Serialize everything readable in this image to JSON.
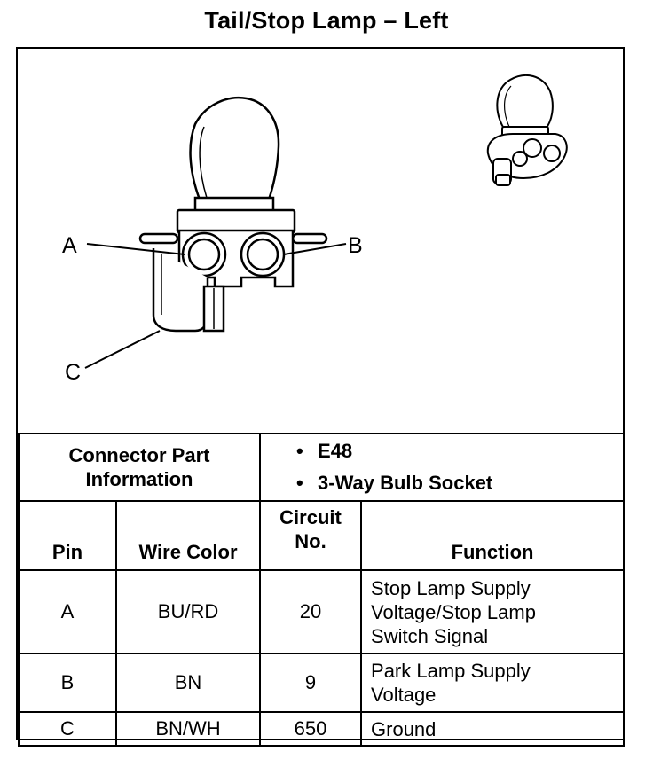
{
  "title": "Tail/Stop Lamp – Left",
  "diagram": {
    "labels": {
      "a": "A",
      "b": "B",
      "c": "C"
    }
  },
  "connector_info": {
    "label_lines": [
      "Connector Part",
      "Information"
    ],
    "items": [
      "E48",
      "3-Way Bulb Socket"
    ]
  },
  "table": {
    "headers": {
      "pin": "Pin",
      "wire_color": "Wire Color",
      "circuit_line1": "Circuit",
      "circuit_line2": "No.",
      "function": "Function"
    },
    "rows": [
      {
        "pin": "A",
        "wire_color": "BU/RD",
        "circuit": "20",
        "function": [
          "Stop Lamp Supply",
          "Voltage/Stop Lamp",
          "Switch Signal"
        ]
      },
      {
        "pin": "B",
        "wire_color": "BN",
        "circuit": "9",
        "function": [
          "Park Lamp Supply",
          "Voltage"
        ]
      },
      {
        "pin": "C",
        "wire_color": "BN/WH",
        "circuit": "650",
        "function": [
          "Ground"
        ]
      }
    ]
  }
}
